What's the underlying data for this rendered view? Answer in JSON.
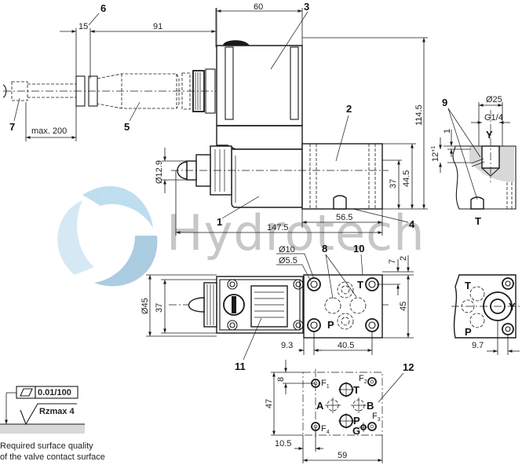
{
  "drawing": {
    "watermark": {
      "text": "Hydrotech",
      "logo_colors": [
        "#a9d3ea",
        "#c8e2f1",
        "#8fbcd8"
      ]
    },
    "item_numbers": {
      "n1": "1",
      "n2": "2",
      "n3": "3",
      "n4": "4",
      "n5": "5",
      "n6": "6",
      "n7": "7",
      "n8": "8",
      "n9": "9",
      "n10": "10",
      "n11": "11",
      "n12": "12"
    },
    "dimensions": {
      "d15": "15",
      "d91": "91",
      "d60": "60",
      "dmax200": "max. 200",
      "d114_5": "114.5",
      "d12_9": "Ø12.9",
      "d37_side": "37",
      "d44_5": "44.5",
      "d56_5": "56.5",
      "d147_5": "147.5",
      "d25": "Ø25",
      "dG1_4": "G1/4",
      "d1": "1",
      "d12tol": "12",
      "d12tol_sup": "+1",
      "d10": "Ø10",
      "d5_5": "Ø5.5",
      "d7": "7",
      "d2": "2",
      "d45_dia": "Ø45",
      "d37_top": "37",
      "d45": "45",
      "d9_3": "9.3",
      "d40_5": "40.5",
      "d9_7": "9.7",
      "d8": "8",
      "d47": "47",
      "d10_5": "10.5",
      "d59": "59"
    },
    "ports": {
      "Y": "Y",
      "T": "T",
      "P": "P",
      "A": "A",
      "B": "B",
      "G": "G",
      "F1": "F",
      "F1_sub": "1",
      "F2": "F",
      "F2_sub": "2",
      "F3": "F",
      "F3_sub": "3",
      "F4": "F",
      "F4_sub": "4"
    },
    "surface_note": {
      "flatness": "0.01/100",
      "roughness": "Rzmax 4",
      "caption_line1": "Required surface quality",
      "caption_line2": "of the valve contact surface"
    }
  }
}
